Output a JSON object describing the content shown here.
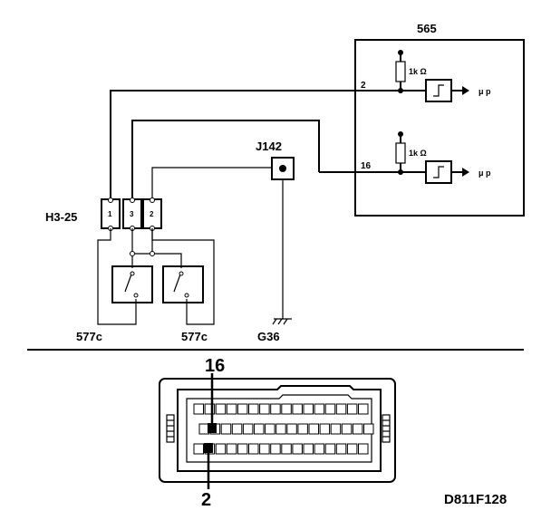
{
  "labels": {
    "ecu": "565",
    "connector": "H3-25",
    "junction": "J142",
    "ground": "G36",
    "switch_left": "577c",
    "switch_right": "577c",
    "pin_top": "2",
    "pin_bottom": "16",
    "res_top": "1k  Ω",
    "res_bottom": "1k  Ω",
    "mu_top": "μ p",
    "mu_bottom": "μ p",
    "conn_pin_1": "1",
    "conn_pin_3": "3",
    "conn_pin_2": "2",
    "callout_top": "16",
    "callout_bottom": "2",
    "figure_code": "D811F128"
  }
}
